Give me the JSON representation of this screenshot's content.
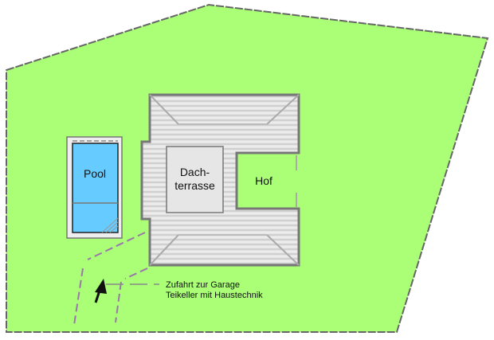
{
  "labels": {
    "pool": "Pool",
    "terrace_line1": "Dach-",
    "terrace_line2": "terrasse",
    "courtyard": "Hof",
    "note_line1": "Zufahrt zur Garage",
    "note_line2": "Teikeller mit Haustechnik"
  },
  "colors": {
    "lawn": "#aaff77",
    "pool_water": "#66ccff",
    "roof": "#d8d8d8",
    "terrace": "#e6e6e6",
    "outline": "#777777",
    "path_dash": "#9977aa"
  },
  "icons": [
    "arrow-icon"
  ]
}
